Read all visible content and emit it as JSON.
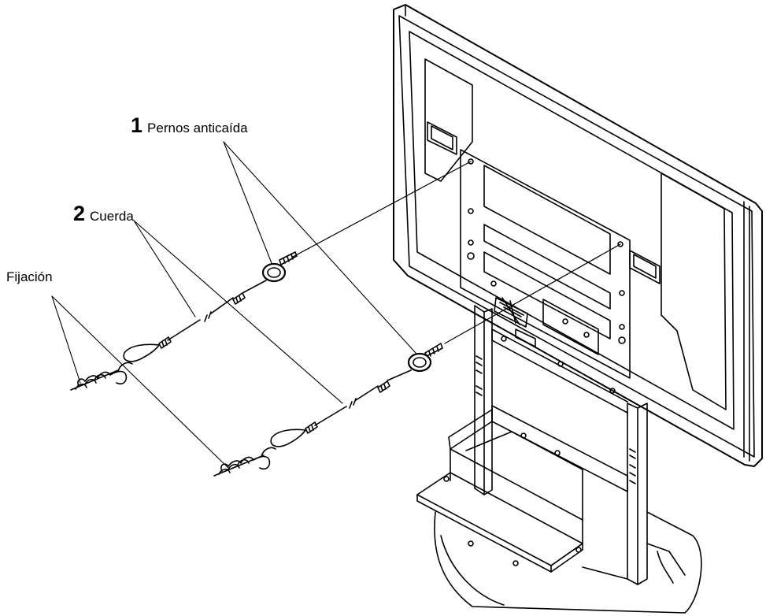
{
  "labels": {
    "bolts": {
      "number": "1",
      "text": "Pernos anticaída"
    },
    "cord": {
      "number": "2",
      "text": "Cuerda"
    },
    "fixing": {
      "text": "Fijación"
    }
  },
  "colors": {
    "line": "#000000",
    "background": "#ffffff"
  }
}
